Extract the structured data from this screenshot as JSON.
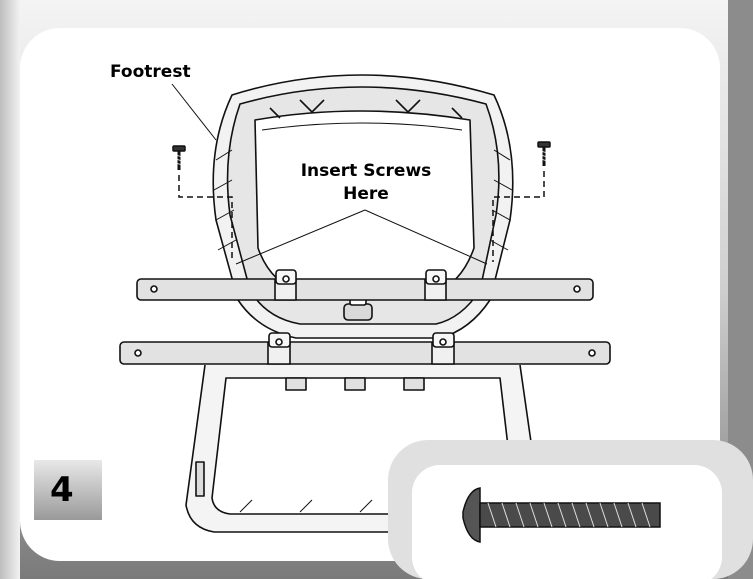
{
  "labels": {
    "footrest": "Footrest",
    "insert_line1": "Insert Screws",
    "insert_line2": "Here"
  },
  "step": {
    "number": "4"
  }
}
